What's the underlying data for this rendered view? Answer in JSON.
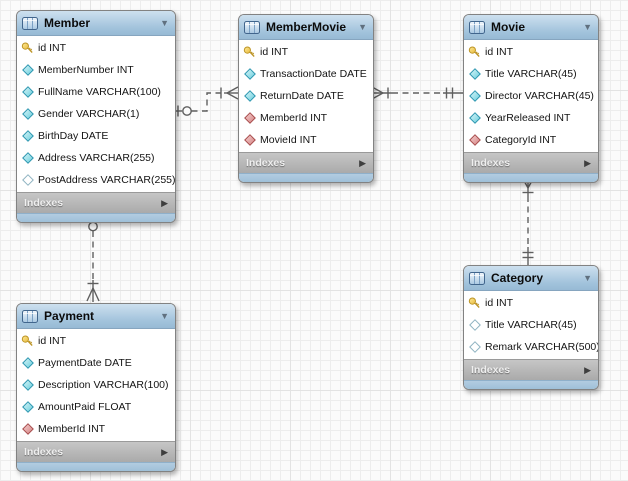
{
  "glyphs": {
    "collapse_triangle": "▼",
    "indexes_arrow": "▶"
  },
  "colors": {
    "header_blue": "#a7c5dc",
    "footer_gray": "#b1b1b1",
    "canvas": "#fbfbfb",
    "grid_line": "#ededed",
    "relationship_line": "#5f5f5f",
    "primary_key_yellow": "#f2d153",
    "attribute_cyan": "#7fd4e2",
    "foreign_key_red": "#dd8f8f",
    "nullable_stroke": "#8fb3c1"
  },
  "tables": [
    {
      "name": "Member",
      "footer": "Indexes",
      "columns": [
        {
          "icon": "key",
          "label": "id INT"
        },
        {
          "icon": "diamond",
          "label": "MemberNumber INT"
        },
        {
          "icon": "diamond",
          "label": "FullName VARCHAR(100)"
        },
        {
          "icon": "diamond",
          "label": "Gender VARCHAR(1)"
        },
        {
          "icon": "diamond",
          "label": "BirthDay DATE"
        },
        {
          "icon": "diamond",
          "label": "Address VARCHAR(255)"
        },
        {
          "icon": "diamond-hollow",
          "label": "PostAddress VARCHAR(255)"
        }
      ]
    },
    {
      "name": "MemberMovie",
      "footer": "Indexes",
      "columns": [
        {
          "icon": "key",
          "label": "id INT"
        },
        {
          "icon": "diamond",
          "label": "TransactionDate DATE"
        },
        {
          "icon": "diamond",
          "label": "ReturnDate DATE"
        },
        {
          "icon": "diamond-red",
          "label": "MemberId INT"
        },
        {
          "icon": "diamond-red",
          "label": "MovieId INT"
        }
      ]
    },
    {
      "name": "Movie",
      "footer": "Indexes",
      "columns": [
        {
          "icon": "key",
          "label": "id INT"
        },
        {
          "icon": "diamond",
          "label": "Title VARCHAR(45)"
        },
        {
          "icon": "diamond",
          "label": "Director VARCHAR(45)"
        },
        {
          "icon": "diamond",
          "label": "YearReleased INT"
        },
        {
          "icon": "diamond-red",
          "label": "CategoryId INT"
        }
      ]
    },
    {
      "name": "Category",
      "footer": "Indexes",
      "columns": [
        {
          "icon": "key",
          "label": "id INT"
        },
        {
          "icon": "diamond-hollow",
          "label": "Title VARCHAR(45)"
        },
        {
          "icon": "diamond-hollow",
          "label": "Remark VARCHAR(500)"
        }
      ]
    },
    {
      "name": "Payment",
      "footer": "Indexes",
      "columns": [
        {
          "icon": "key",
          "label": "id INT"
        },
        {
          "icon": "diamond",
          "label": "PaymentDate DATE"
        },
        {
          "icon": "diamond",
          "label": "Description VARCHAR(100)"
        },
        {
          "icon": "diamond",
          "label": "AmountPaid FLOAT"
        },
        {
          "icon": "diamond-red",
          "label": "MemberId INT"
        }
      ]
    }
  ],
  "relationships": [
    {
      "from": "Member",
      "to": "MemberMovie",
      "from_end": "one-optional",
      "to_end": "many",
      "style": "dashed"
    },
    {
      "from": "MemberMovie",
      "to": "Movie",
      "from_end": "many",
      "to_end": "one-mandatory",
      "style": "dashed"
    },
    {
      "from": "Movie",
      "to": "Category",
      "from_end": "many",
      "to_end": "one-mandatory",
      "style": "dashed"
    },
    {
      "from": "Member",
      "to": "Payment",
      "from_end": "one-optional",
      "to_end": "many",
      "style": "dashed"
    }
  ]
}
